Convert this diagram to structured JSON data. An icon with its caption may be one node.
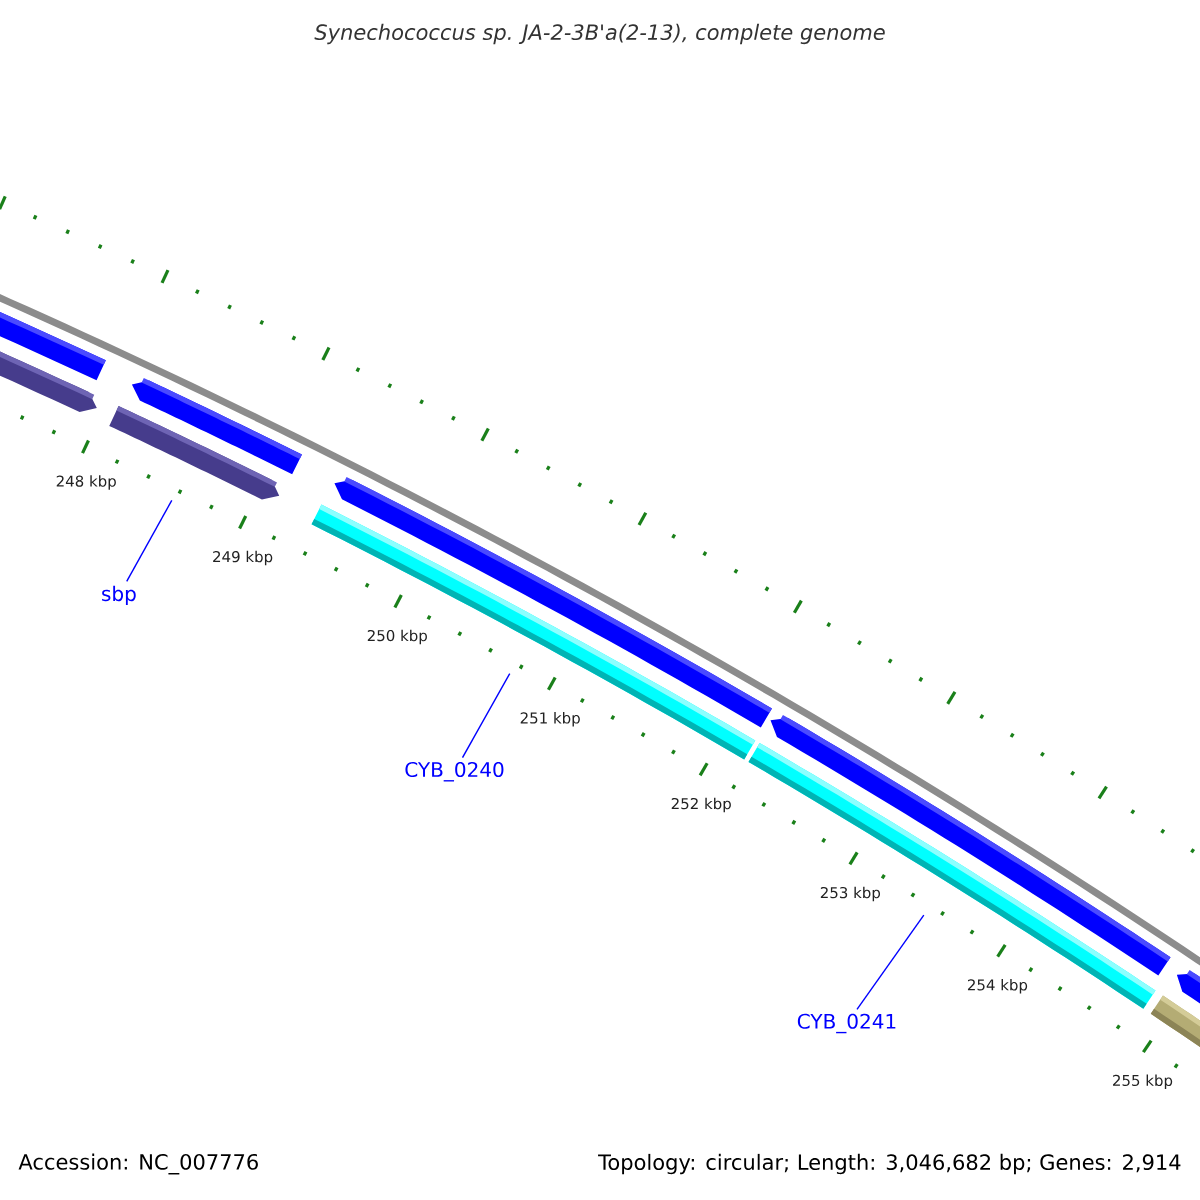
{
  "diagram": {
    "title": "Synechococcus sp. JA-2-3B'a(2-13), complete genome",
    "nodes": [
      {
        "text": [
          "sbp"
        ]
      },
      {
        "text": [],
        "shape": "bar"
      },
      {
        "text": [
          "CYB_0240"
        ]
      },
      {
        "text": [],
        "shape": "bar"
      },
      {
        "text": [
          "CYB_0241"
        ]
      },
      {
        "text": [],
        "shape": "bar"
      }
    ],
    "edges": [
      {
        "from": 0,
        "to": 1,
        "arrow": "none"
      },
      {
        "from": 2,
        "to": 3,
        "arrow": "none"
      },
      {
        "from": 4,
        "to": 5,
        "arrow": "none"
      }
    ],
    "labels": [
      "248 kbp",
      "249 kbp",
      "250 kbp",
      "251 kbp",
      "252 kbp",
      "253 kbp",
      "254 kbp",
      "255 kbp",
      "Accession: NC_007776",
      "Topology: circular; Length: 3,046,682 bp; Genes: 2,914"
    ]
  }
}
